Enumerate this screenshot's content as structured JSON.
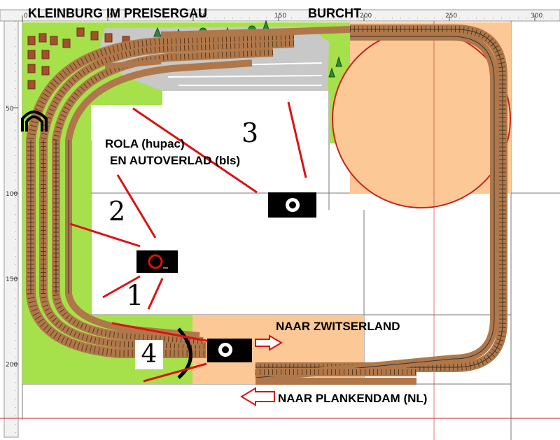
{
  "ruler": {
    "top_ticks": [
      "0",
      "50",
      "100",
      "150",
      "200",
      "250",
      "300"
    ],
    "left_ticks": [
      "50",
      "100",
      "150",
      "200"
    ]
  },
  "labels": {
    "title_left": "KLEINBURG IM PREISERGAU",
    "title_right": "BURCHT",
    "rola_line1": "ROLA (hupac)",
    "rola_line2": "EN AUTOVERLAD (bls)",
    "naar_zwitserland": "NAAR ZWITSERLAND",
    "naar_plankendam": "NAAR PLANKENDAM (NL)"
  },
  "markers": {
    "m1": "1",
    "m2": "2",
    "m3": "3",
    "m4": "4"
  },
  "colors": {
    "grass": "#a6e04a",
    "peach": "#fcc896",
    "circle_stroke": "#cc2222",
    "annotation_red": "#dd1111",
    "track_bed": "#b0784a"
  }
}
